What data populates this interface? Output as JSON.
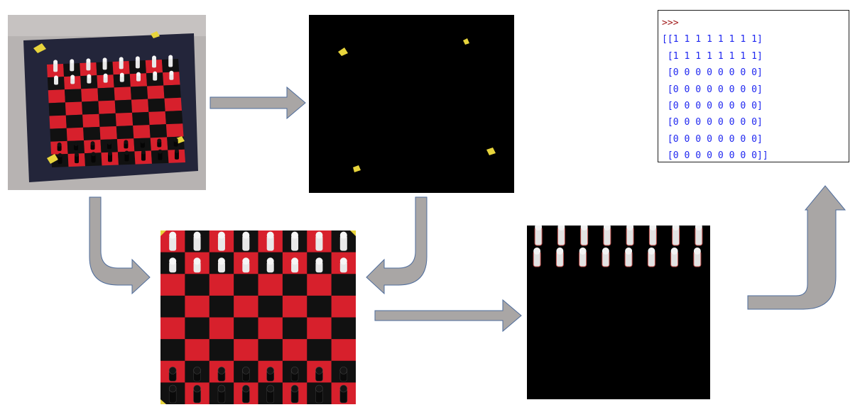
{
  "colors": {
    "board_red": "#d7202c",
    "board_black": "#111111",
    "board_border": "#23253a",
    "marker_yellow": "#e7d43c",
    "arrow_fill": "#a9a6a5",
    "arrow_stroke": "#4e6c9c",
    "prompt": "#a21d1d",
    "matrix_text": "#1f27f0"
  },
  "panels": {
    "photo": "chessboard photo with yellow corner markers",
    "mask_yellow": "yellow marker mask",
    "warped": "perspective-corrected chessboard",
    "mask_white": "white pieces mask",
    "console": "python shell output"
  },
  "console": {
    "prompt": ">>>",
    "lines": [
      "[[1 1 1 1 1 1 1 1]",
      " [1 1 1 1 1 1 1 1]",
      " [0 0 0 0 0 0 0 0]",
      " [0 0 0 0 0 0 0 0]",
      " [0 0 0 0 0 0 0 0]",
      " [0 0 0 0 0 0 0 0]",
      " [0 0 0 0 0 0 0 0]",
      " [0 0 0 0 0 0 0 0]]"
    ]
  },
  "arrows": [
    "photo-to-mask",
    "photo-to-warped",
    "mask-to-warped",
    "warped-to-white-mask",
    "white-mask-to-console"
  ]
}
